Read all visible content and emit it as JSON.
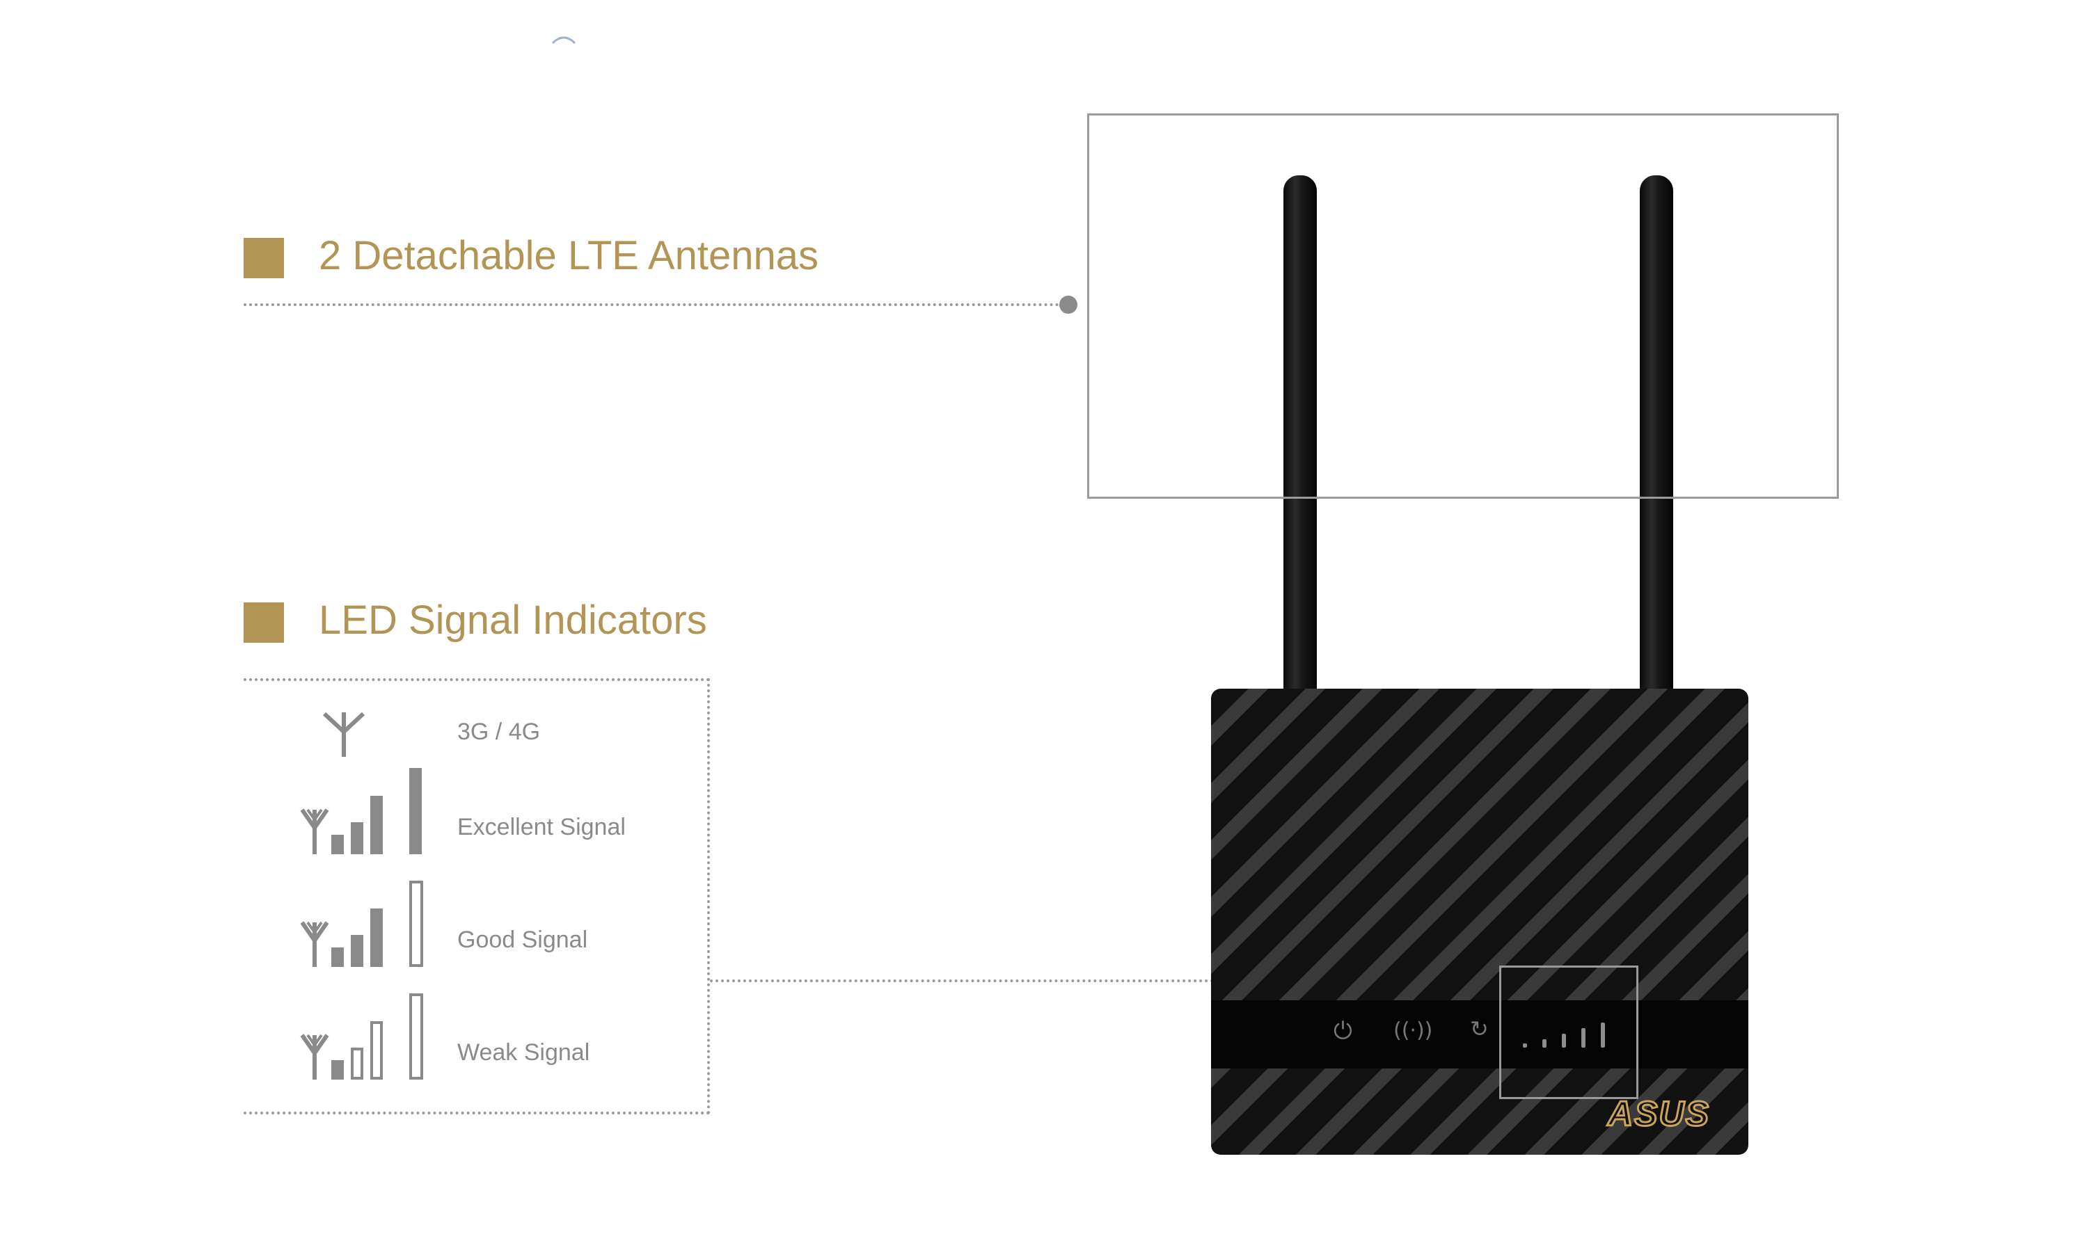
{
  "features": [
    {
      "title": "2 Detachable LTE Antennas"
    },
    {
      "title": "LED Signal Indicators"
    }
  ],
  "legend": [
    {
      "label": "3G / 4G",
      "icon": "antenna-icon"
    },
    {
      "label": "Excellent Signal",
      "icon": "signal-excellent-icon",
      "filled_bars": 4
    },
    {
      "label": "Good Signal",
      "icon": "signal-good-icon",
      "filled_bars": 3
    },
    {
      "label": "Weak Signal",
      "icon": "signal-weak-icon",
      "filled_bars": 1
    }
  ],
  "router": {
    "brand": "ASUS",
    "status_icons": [
      "power-icon",
      "wireless-icon",
      "wps-icon"
    ]
  },
  "colors": {
    "accent_gold": "#b29455",
    "legend_gray": "#8a8a8a",
    "router_black": "#111111"
  }
}
